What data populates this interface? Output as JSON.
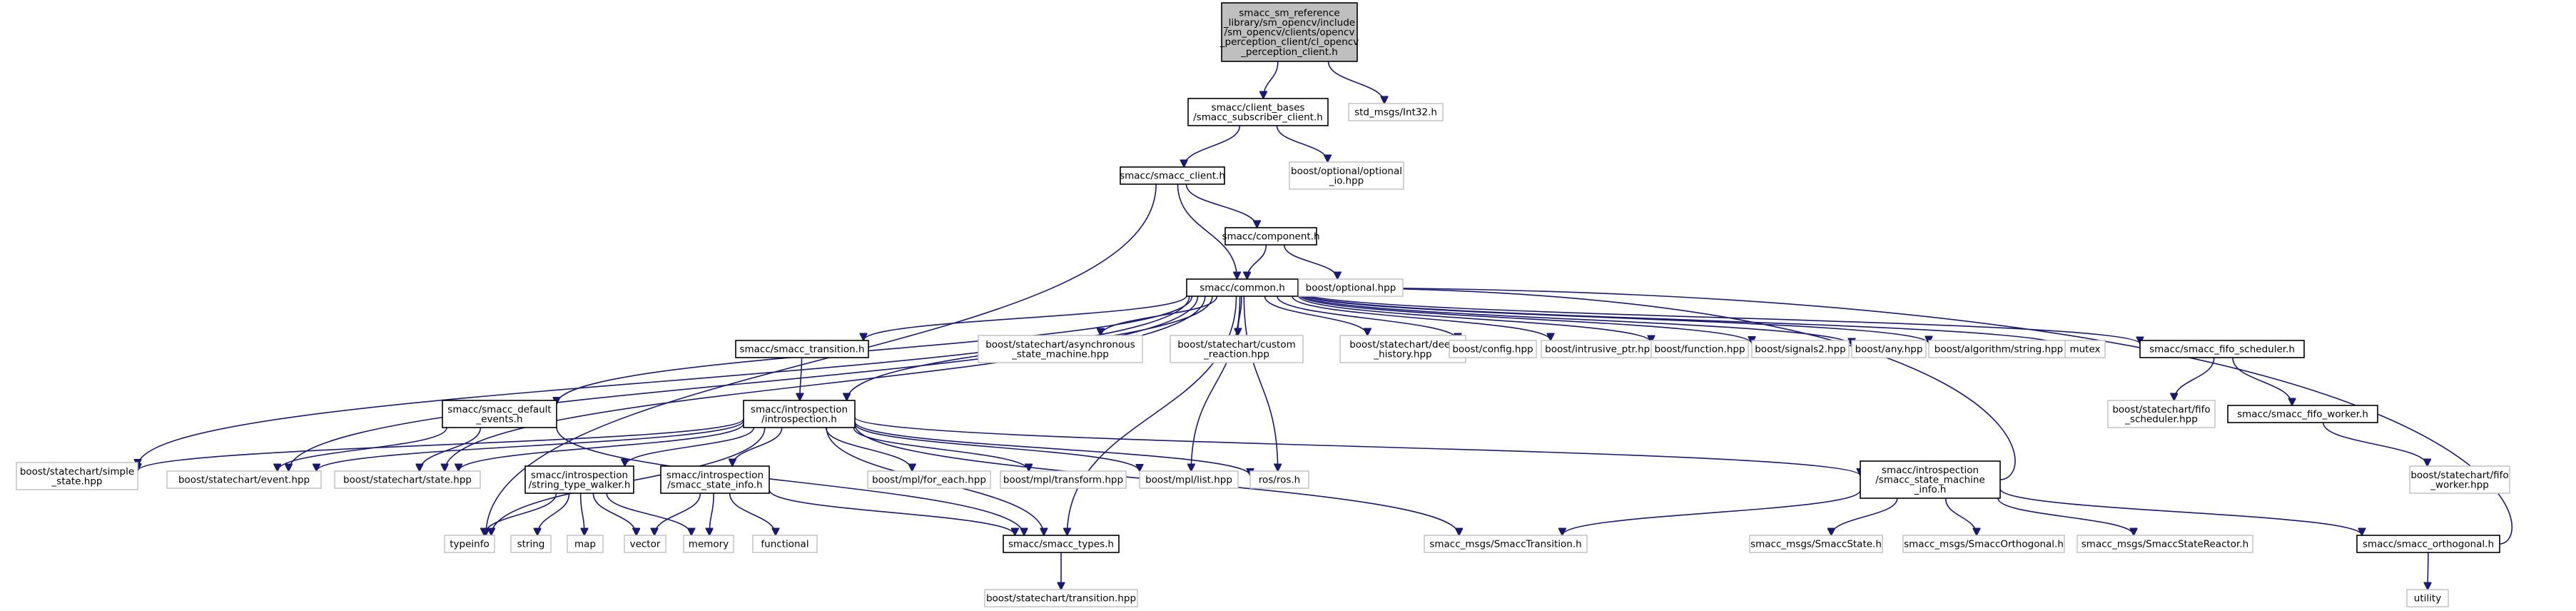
{
  "nodes": {
    "root": "smacc_sm_reference_library/sm_opencv/include/sm_opencv/clients/opencv_perception_client/cl_opencv_perception_client.h",
    "subscriber": "smacc/client_bases/smacc_subscriber_client.h",
    "int32": "std_msgs/Int32.h",
    "smacc_client": "smacc/smacc_client.h",
    "optional_io": "boost/optional/optional_io.hpp",
    "component": "smacc/component.h",
    "common": "smacc/common.h",
    "optional": "boost/optional.hpp",
    "default_events": "smacc/smacc_default_events.h",
    "transition": "smacc/smacc_transition.h",
    "async": "boost/statechart/asynchronous_state_machine.hpp",
    "custom_reaction": "boost/statechart/custom_reaction.hpp",
    "deep_history": "boost/statechart/deep_history.hpp",
    "config": "boost/config.hpp",
    "intrusive": "boost/intrusive_ptr.hpp",
    "function": "boost/function.hpp",
    "signals2": "boost/signals2.hpp",
    "any": "boost/any.hpp",
    "algorithm": "boost/algorithm/string.hpp",
    "mutex": "mutex",
    "fifo_scheduler": "smacc/smacc_fifo_scheduler.h",
    "introspection": "smacc/introspection/introspection.h",
    "fifo_sched_hpp": "boost/statechart/fifo_scheduler.hpp",
    "fifo_worker": "smacc/smacc_fifo_worker.h",
    "simple_state": "boost/statechart/simple_state.hpp",
    "event": "boost/statechart/event.hpp",
    "state": "boost/statechart/state.hpp",
    "type_walker": "smacc/introspection/string_type_walker.h",
    "state_info": "smacc/introspection/smacc_state_info.h",
    "for_each": "boost/mpl/for_each.hpp",
    "mpl_transform": "boost/mpl/transform.hpp",
    "mpl_list": "boost/mpl/list.hpp",
    "ros": "ros/ros.h",
    "sm_info": "smacc/introspection/smacc_state_machine_info.h",
    "fifo_worker_hpp": "boost/statechart/fifo_worker.hpp",
    "typeinfo": "typeinfo",
    "string": "string",
    "map": "map",
    "vector": "vector",
    "memory": "memory",
    "functional": "functional",
    "types": "smacc/smacc_types.h",
    "smacc_transition_msg": "smacc_msgs/SmaccTransition.h",
    "smacc_state_msg": "smacc_msgs/SmaccState.h",
    "smacc_orthogonal_msg": "smacc_msgs/SmaccOrthogonal.h",
    "smacc_state_reactor_msg": "smacc_msgs/SmaccStateReactor.h",
    "orthogonal": "smacc/smacc_orthogonal.h",
    "transition_hpp": "boost/statechart/transition.hpp",
    "utility": "utility"
  },
  "edge_color": "#191970",
  "root_fill": "#bfbfbf",
  "external_border": "#bfbfbf",
  "internal_border": "#000000"
}
